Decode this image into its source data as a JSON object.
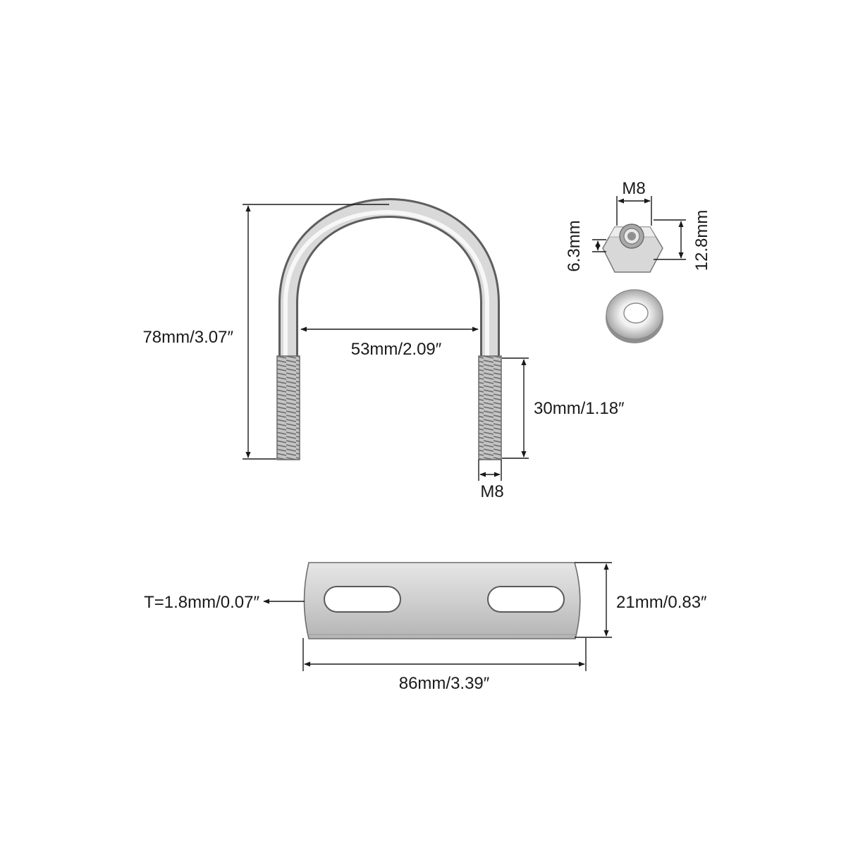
{
  "parts": {
    "u_bolt": {
      "height_label": "78mm/3.07″",
      "inner_width_label": "53mm/2.09″",
      "thread_length_label": "30mm/1.18″",
      "thread_size_label": "M8"
    },
    "nut": {
      "thread_label": "M8",
      "thickness_label": "6.3mm",
      "width_label": "12.8mm"
    },
    "plate": {
      "thickness_label": "T=1.8mm/0.07″",
      "height_label": "21mm/0.83″",
      "length_label": "86mm/3.39″"
    }
  }
}
